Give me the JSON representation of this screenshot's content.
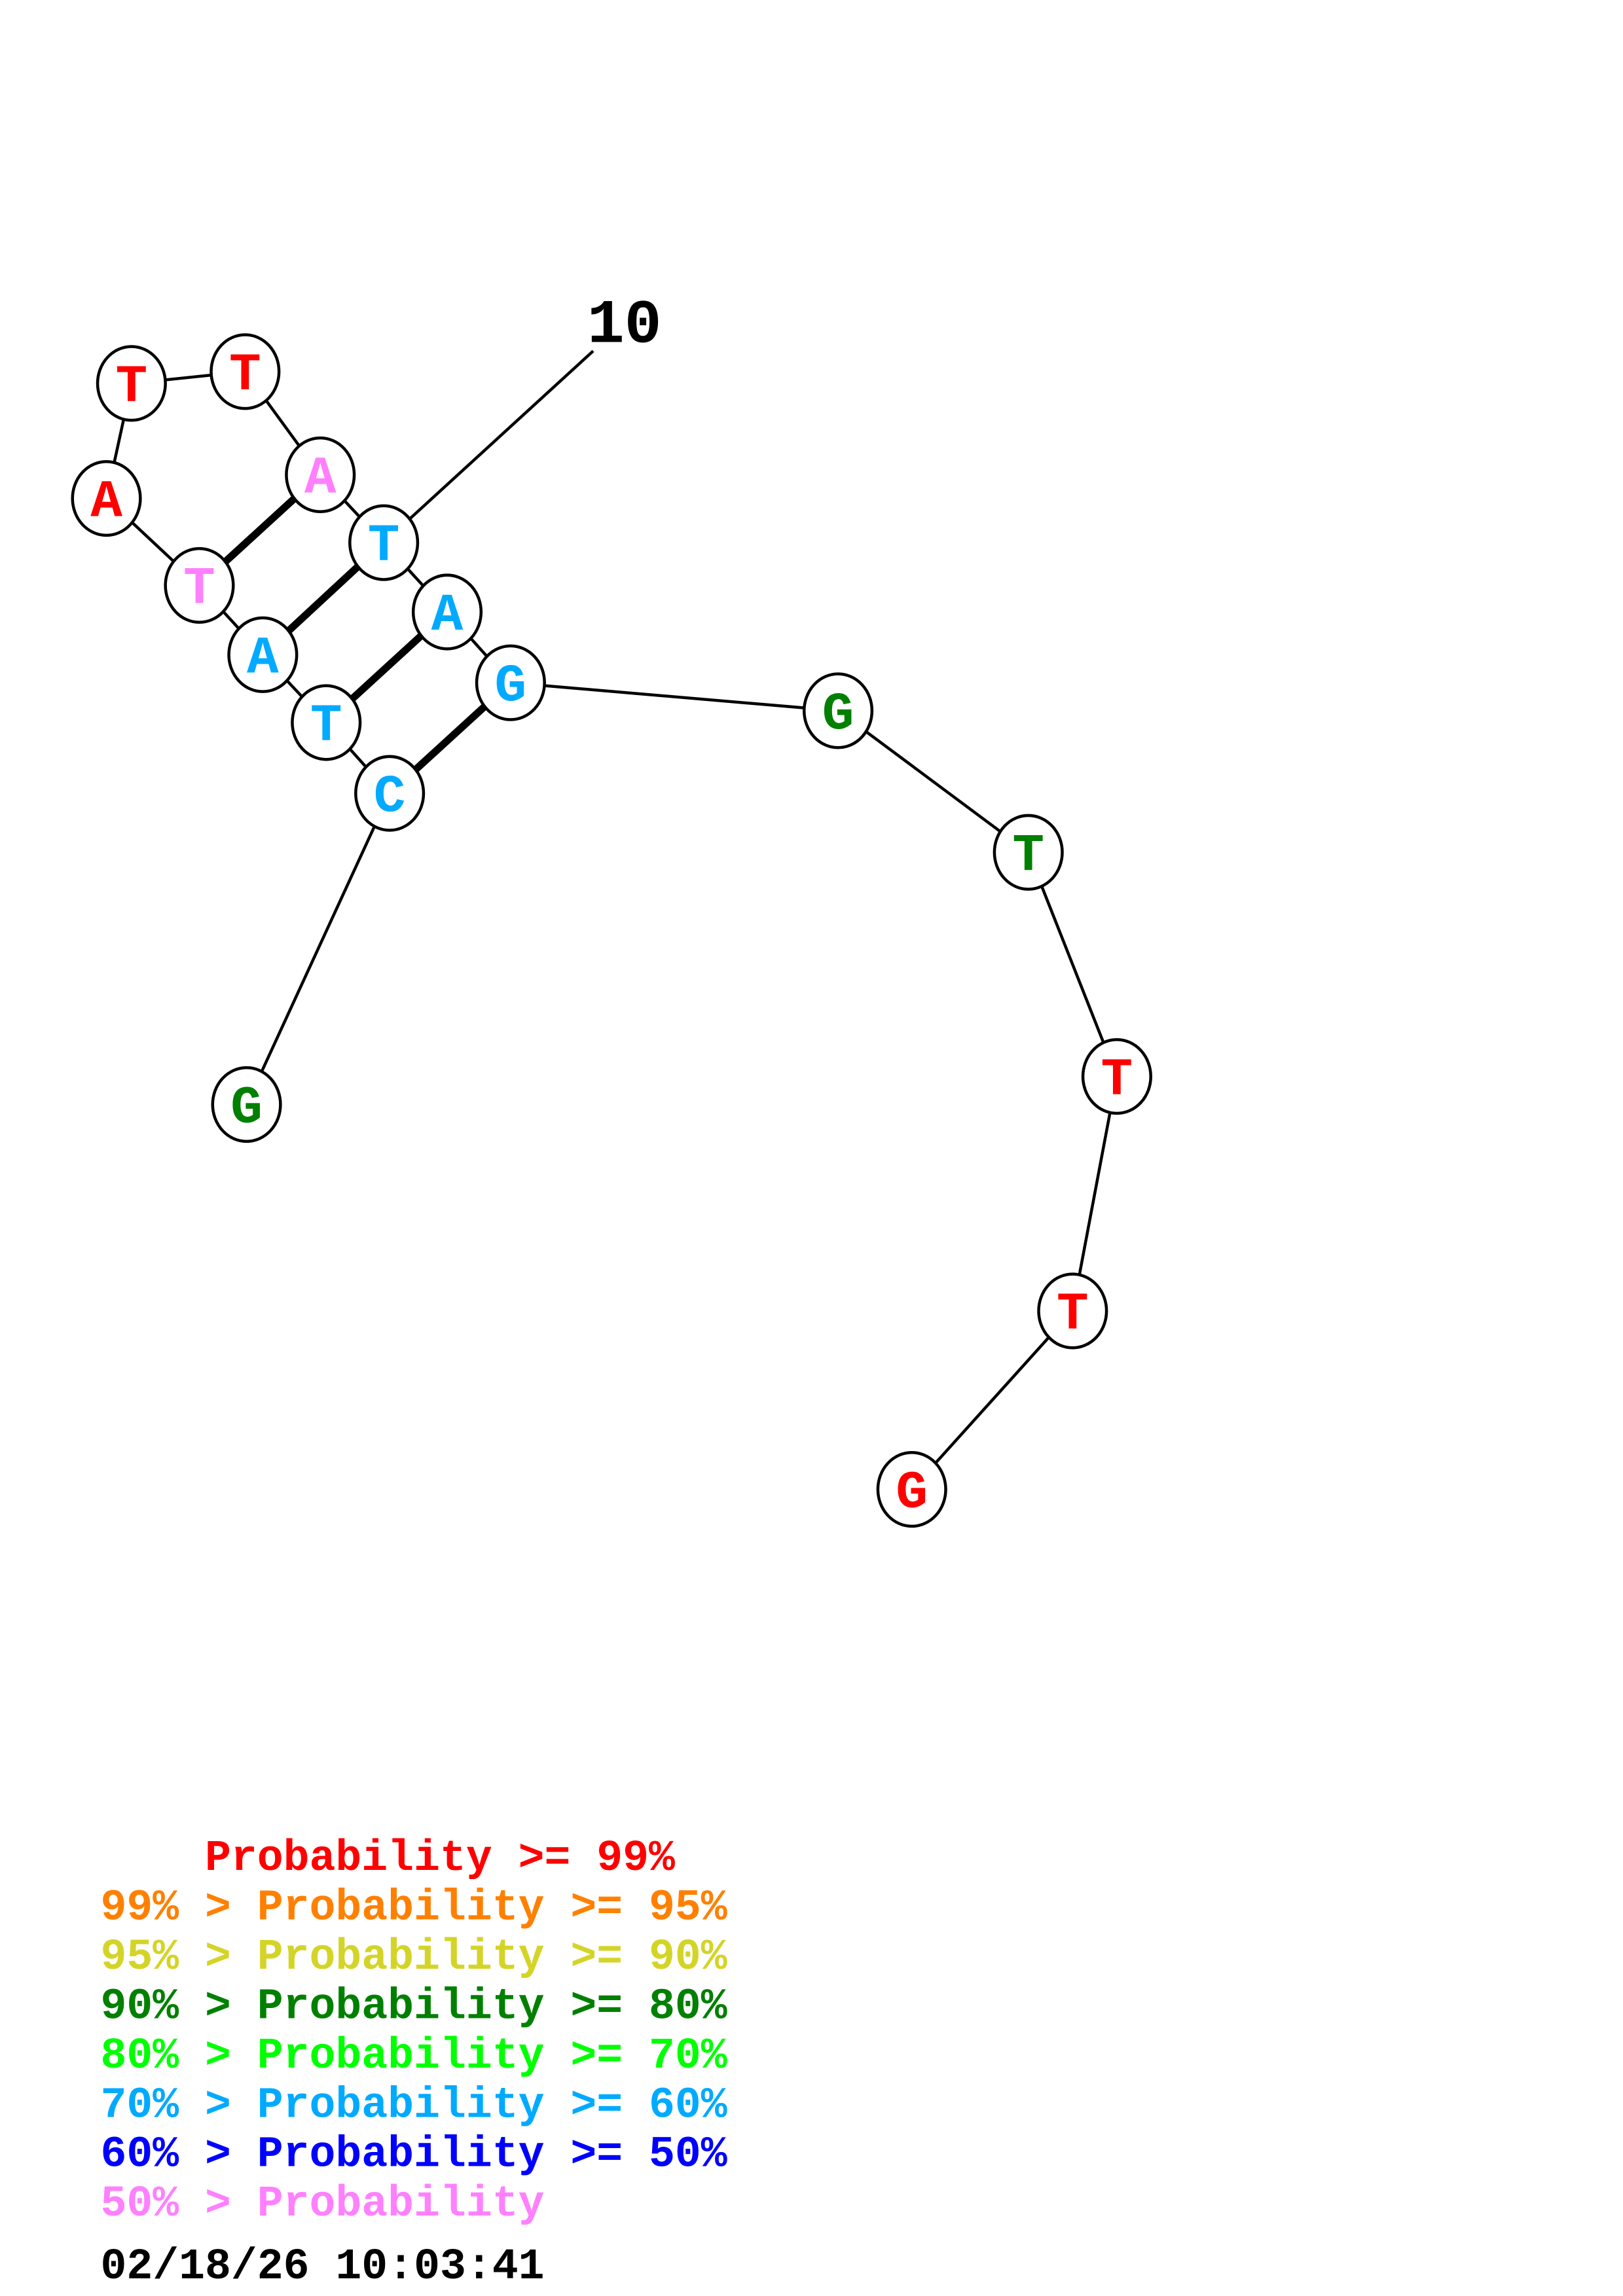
{
  "structure": {
    "nucleotides": [
      {
        "base": "G",
        "color": "#008000"
      },
      {
        "base": "C",
        "color": "#00AAFF"
      },
      {
        "base": "T",
        "color": "#00AAFF"
      },
      {
        "base": "A",
        "color": "#00AAFF"
      },
      {
        "base": "T",
        "color": "#FF80FF"
      },
      {
        "base": "A",
        "color": "#FF0000"
      },
      {
        "base": "T",
        "color": "#FF0000"
      },
      {
        "base": "T",
        "color": "#FF0000"
      },
      {
        "base": "A",
        "color": "#FF80FF"
      },
      {
        "base": "T",
        "color": "#00AAFF"
      },
      {
        "base": "A",
        "color": "#00AAFF"
      },
      {
        "base": "G",
        "color": "#00AAFF"
      },
      {
        "base": "G",
        "color": "#008000"
      },
      {
        "base": "T",
        "color": "#008000"
      },
      {
        "base": "T",
        "color": "#FF0000"
      },
      {
        "base": "T",
        "color": "#FF0000"
      },
      {
        "base": "G",
        "color": "#FF0000"
      }
    ],
    "pairs": [
      [
        2,
        12
      ],
      [
        3,
        11
      ],
      [
        4,
        10
      ],
      [
        5,
        9
      ]
    ],
    "position_label": "10"
  },
  "legend": [
    {
      "text": "    Probability >= 99%",
      "color": "#FF0000"
    },
    {
      "text": "99% > Probability >= 95%",
      "color": "#FF8000"
    },
    {
      "text": "95% > Probability >= 90%",
      "color": "#D4D428"
    },
    {
      "text": "90% > Probability >= 80%",
      "color": "#008000"
    },
    {
      "text": "80% > Probability >= 70%",
      "color": "#00FF00"
    },
    {
      "text": "70% > Probability >= 60%",
      "color": "#00AAFF"
    },
    {
      "text": "60% > Probability >= 50%",
      "color": "#0000FF"
    },
    {
      "text": "50% > Probability",
      "color": "#FF80FF"
    }
  ],
  "timestamp": "02/18/26 10:03:41"
}
